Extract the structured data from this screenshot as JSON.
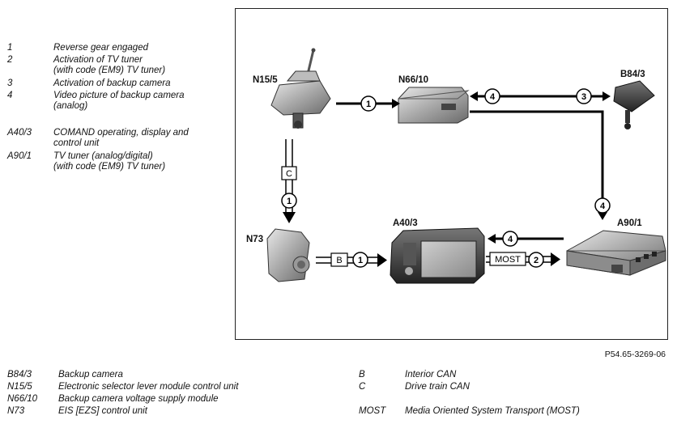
{
  "top_legend": [
    {
      "key": "1",
      "text": "Reverse gear engaged"
    },
    {
      "key": "2",
      "text": "Activation of TV tuner\n(with code (EM9) TV tuner)"
    },
    {
      "key": "3",
      "text": "Activation of backup camera"
    },
    {
      "key": "4",
      "text": "Video picture of backup camera\n(analog)"
    },
    {
      "key": "A40/3",
      "text": "COMAND operating, display and\ncontrol unit"
    },
    {
      "key": "A90/1",
      "text": "TV tuner (analog/digital)\n(with code (EM9) TV tuner)"
    }
  ],
  "bottom_legend_left": [
    {
      "key": "B84/3",
      "text": "Backup camera"
    },
    {
      "key": "N15/5",
      "text": "Electronic selector lever module control unit"
    },
    {
      "key": "N66/10",
      "text": "Backup camera voltage supply module"
    },
    {
      "key": "N73",
      "text": "EIS [EZS] control unit"
    }
  ],
  "bottom_legend_right": [
    {
      "key": "B",
      "text": "Interior CAN"
    },
    {
      "key": "C",
      "text": "Drive train CAN"
    },
    {
      "key": "MOST",
      "text": "Media Oriented System Transport (MOST)"
    }
  ],
  "components": {
    "n15_5": "N15/5",
    "n66_10": "N66/10",
    "b84_3": "B84/3",
    "n73": "N73",
    "a40_3": "A40/3",
    "a90_1": "A90/1"
  },
  "signals": {
    "n15_to_n66": "1",
    "b84_to_n66": "4",
    "n66_to_b84": "3",
    "bus_c": "C",
    "n15_to_n73": "1",
    "n66_to_a90": "4",
    "bus_b": "B",
    "n73_to_a40": "1",
    "a90_to_a40": "4",
    "bus_most": "MOST",
    "a40_to_a90": "2"
  },
  "figure_id": "P54.65-3269-06"
}
